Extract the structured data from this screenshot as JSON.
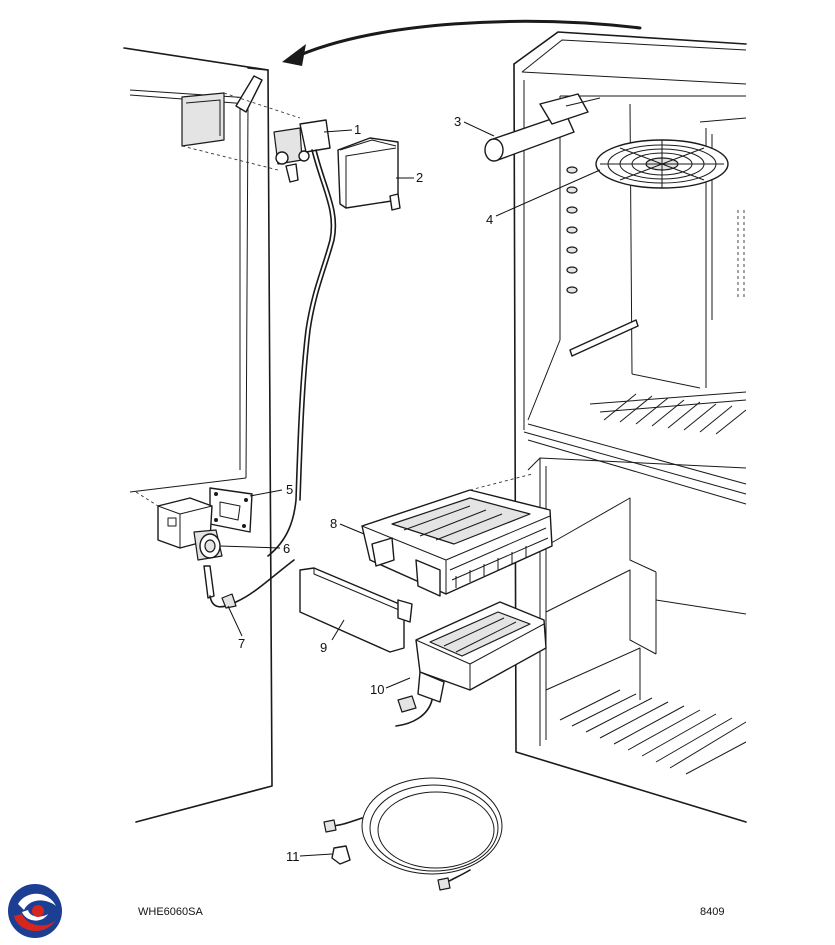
{
  "footer": {
    "model": "WHE6060SA",
    "diagram_number": "8409"
  },
  "callouts": [
    "1",
    "2",
    "3",
    "4",
    "5",
    "6",
    "7",
    "8",
    "9",
    "10",
    "11"
  ],
  "colors": {
    "line": "#1a1a1a",
    "logo_blue": "#1c3f94",
    "logo_red": "#d7261e"
  },
  "icons": {
    "logo": "brand-swirl-logo"
  }
}
